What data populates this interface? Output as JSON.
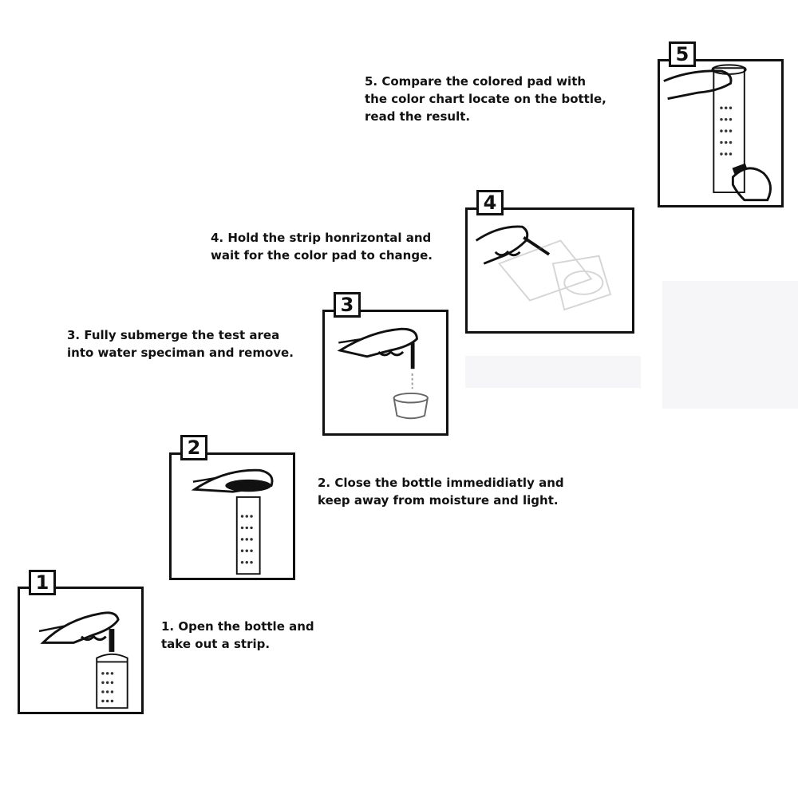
{
  "steps": [
    {
      "number": "1",
      "lines": [
        "1. Open the bottle and",
        "take out a strip."
      ]
    },
    {
      "number": "2",
      "lines": [
        "2. Close the bottle immedidiatly and",
        "keep away from moisture and light."
      ]
    },
    {
      "number": "3",
      "lines": [
        "3. Fully submerge the test area",
        "into water speciman and remove."
      ]
    },
    {
      "number": "4",
      "lines": [
        "4. Hold the strip honrizontal and",
        "wait for the color pad to change."
      ]
    },
    {
      "number": "5",
      "lines": [
        "5. Compare the colored pad with",
        "the color chart locate on the bottle,",
        "read the result."
      ]
    }
  ]
}
